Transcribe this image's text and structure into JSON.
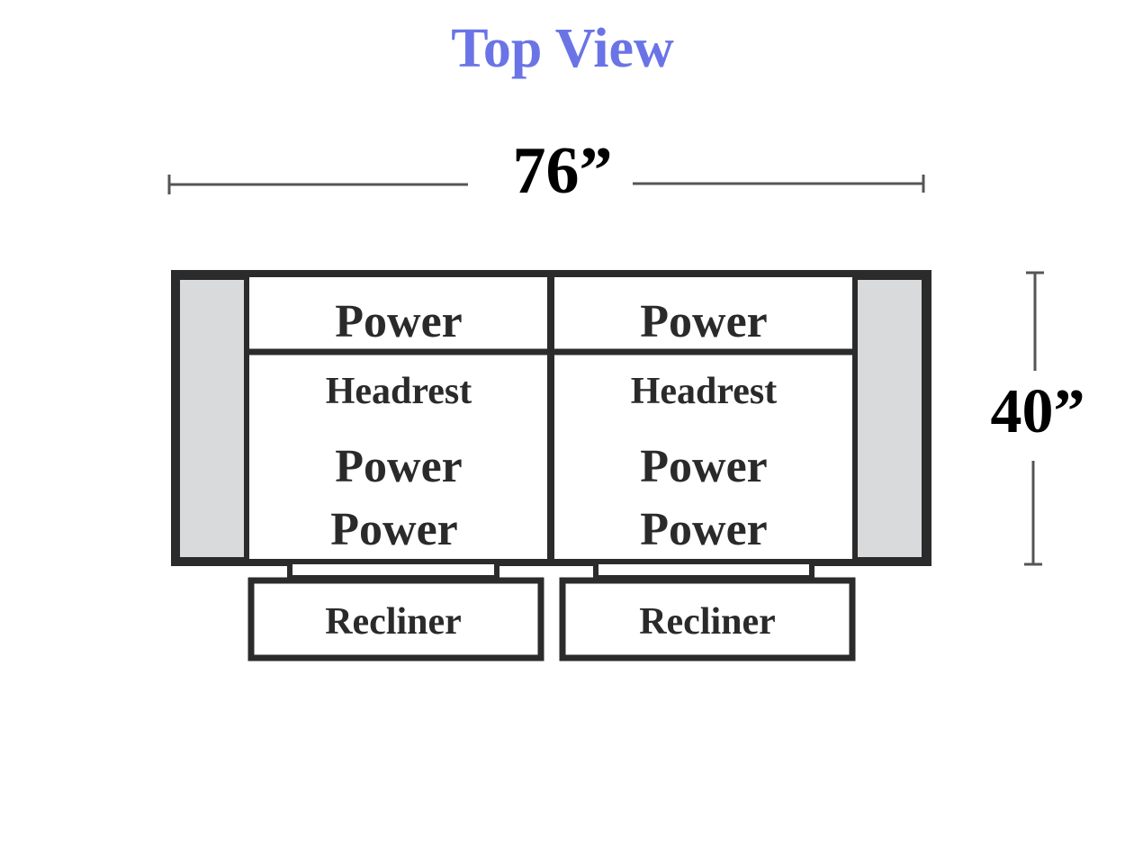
{
  "title": "Top View",
  "colors": {
    "title": "#6a74e6",
    "outline": "#2b2b2b",
    "arm_fill": "#d9dadc",
    "text": "#2a2a2a"
  },
  "dimensions": {
    "width": "76”",
    "depth": "40”"
  },
  "seats": [
    {
      "back_label": "Power",
      "headrest_label": "Headrest",
      "seat_label_1": "Power",
      "seat_label_2": "Power",
      "footrest_label": "Recliner"
    },
    {
      "back_label": "Power",
      "headrest_label": "Headrest",
      "seat_label_1": "Power",
      "seat_label_2": "Power",
      "footrest_label": "Recliner"
    }
  ]
}
